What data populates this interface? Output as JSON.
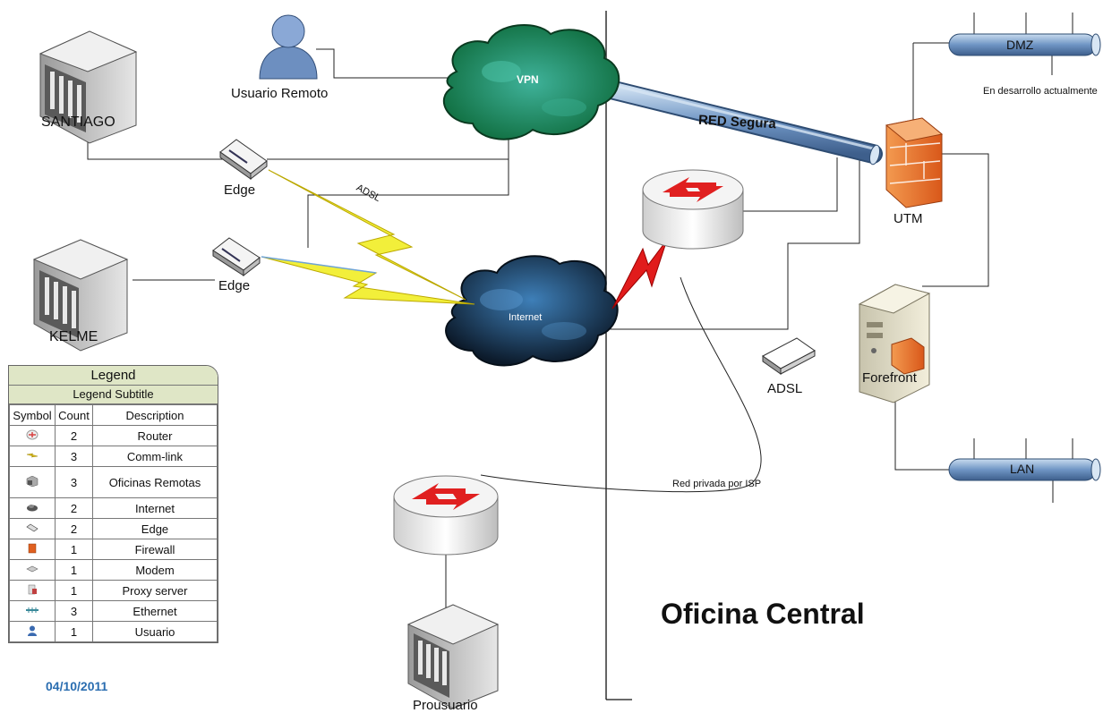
{
  "nodes": {
    "santiago": "SANTIAGO",
    "usuario_remoto": "Usuario Remoto",
    "vpn": "VPN",
    "red_segura": "RED Segura",
    "dmz": "DMZ",
    "dmz_note": "En desarrollo actualmente",
    "edge1": "Edge",
    "edge2": "Edge",
    "adsl_link": "ADSL",
    "utm": "UTM",
    "kelme": "KELME",
    "internet": "Internet",
    "adsl_modem": "ADSL",
    "forefront": "Forefront",
    "lan": "LAN",
    "red_privada": "Red privada por ISP",
    "prousuario": "Prousuario",
    "oficina_central": "Oficina Central",
    "date": "04/10/2011"
  },
  "legend": {
    "title": "Legend",
    "subtitle": "Legend Subtitle",
    "headers": [
      "Symbol",
      "Count",
      "Description"
    ],
    "rows": [
      {
        "icon": "router-icon",
        "count": "2",
        "desc": "Router",
        "color": "#d64040"
      },
      {
        "icon": "comm-link-icon",
        "count": "3",
        "desc": "Comm-link",
        "color": "#e0c020"
      },
      {
        "icon": "building-icon",
        "count": "3",
        "desc": "Oficinas Remotas",
        "color": "#888888"
      },
      {
        "icon": "cloud-icon",
        "count": "2",
        "desc": "Internet",
        "color": "#555555"
      },
      {
        "icon": "edge-icon",
        "count": "2",
        "desc": "Edge",
        "color": "#666666"
      },
      {
        "icon": "firewall-icon",
        "count": "1",
        "desc": "Firewall",
        "color": "#e06020"
      },
      {
        "icon": "modem-icon",
        "count": "1",
        "desc": "Modem",
        "color": "#999999"
      },
      {
        "icon": "proxy-server-icon",
        "count": "1",
        "desc": "Proxy server",
        "color": "#c04040"
      },
      {
        "icon": "ethernet-icon",
        "count": "3",
        "desc": "Ethernet",
        "color": "#3a8a9a"
      },
      {
        "icon": "user-icon",
        "count": "1",
        "desc": "Usuario",
        "color": "#3a6ab0"
      }
    ]
  }
}
